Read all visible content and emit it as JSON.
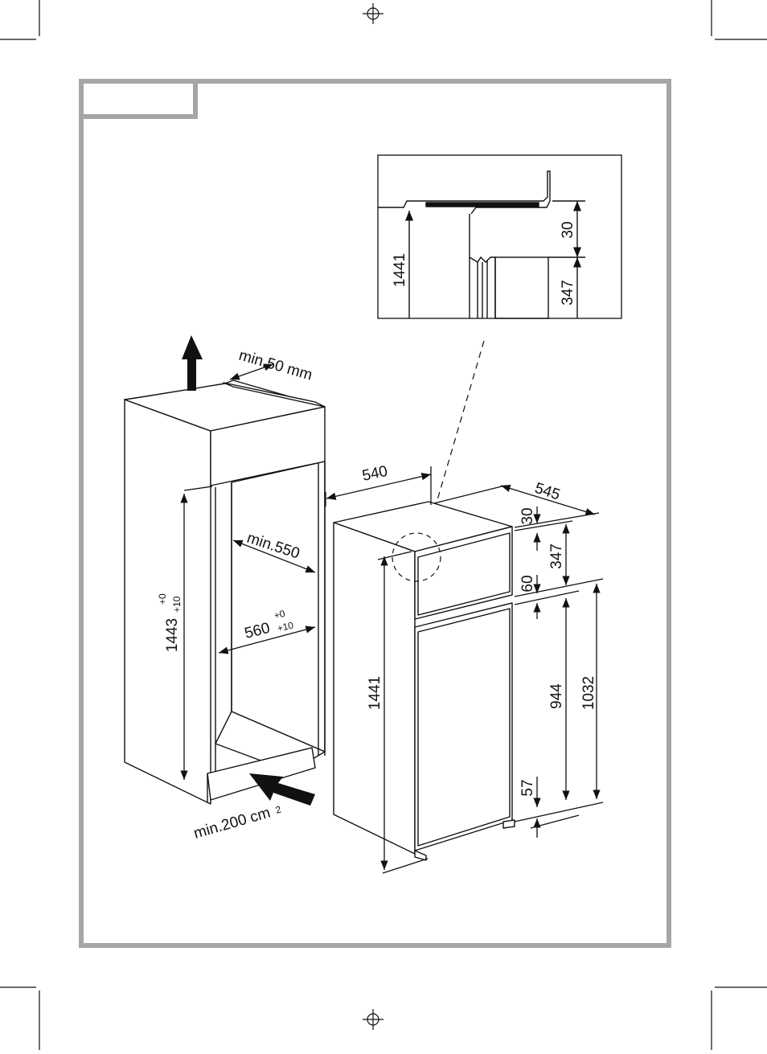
{
  "labels": {
    "min_top_gap": "min.50 mm",
    "min_depth": "min.550",
    "niche_width": "560",
    "niche_width_tol_plus": "+0",
    "niche_width_tol_minus": "+10",
    "niche_height": "1443",
    "niche_height_tol_plus": "+0",
    "niche_height_tol_minus": "+10",
    "min_vent_area": "min.200 cm",
    "min_vent_area_exp": "2"
  },
  "appliance_dims": {
    "width": "540",
    "depth": "545",
    "height": "1441",
    "top_gap": "30",
    "freezer_door": "347",
    "gap_between_doors": "60",
    "fridge_door": "944",
    "fridge_total": "1032",
    "bottom_gap": "57"
  },
  "detail_dims": {
    "height": "1441",
    "top_gap": "30",
    "freezer_door": "347"
  },
  "colors": {
    "frame": "#a6a6a6",
    "line": "#111111"
  }
}
